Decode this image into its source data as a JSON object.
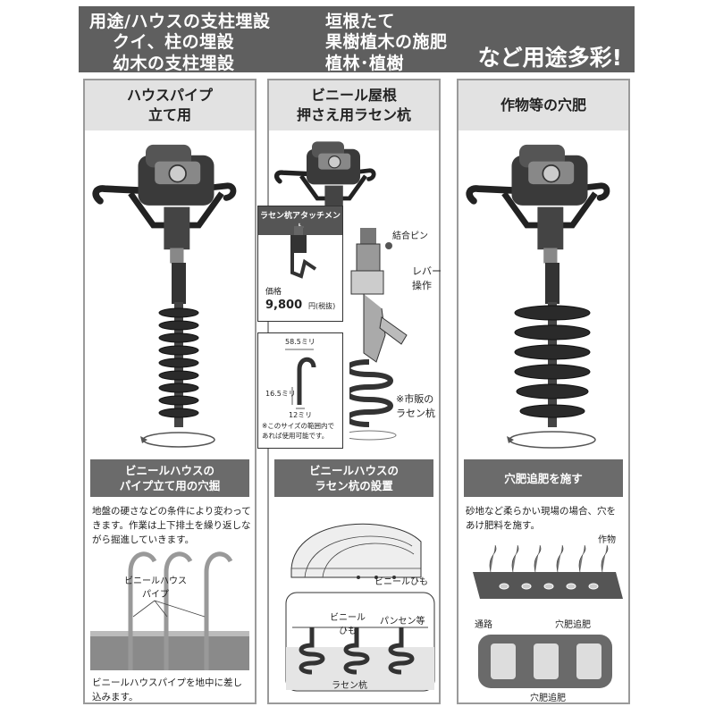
{
  "banner": {
    "left_lines": [
      "用途/ハウスの支柱埋設",
      "クイ、柱の埋設",
      "幼木の支柱埋設"
    ],
    "right_lines": [
      "垣根たて",
      "果樹植木の施肥",
      "植林･植樹"
    ],
    "tagline": "など用途多彩!"
  },
  "panels": [
    {
      "title_lines": [
        "ハウスパイプ",
        "立て用"
      ],
      "sub_lines": [
        "ビニールハウスの",
        "パイプ立て用の穴掘"
      ],
      "desc": "地盤の硬さなどの条件により変わってきます。作業は上下排土を繰り返しながら掘進していきます。",
      "labels": {
        "pipe": "ビニールハウス\nパイプ"
      },
      "caption": "ビニールハウスパイプを地中に差し込みます。"
    },
    {
      "title_lines": [
        "ビニール屋根",
        "押さえ用ラセン杭"
      ],
      "sub_lines": [
        "ビニールハウスの",
        "ラセン杭の設置"
      ],
      "attachment": {
        "title": "ラセン杭アタッチメント",
        "price_label": "価格",
        "price": "9,800",
        "price_unit": "円(税抜)"
      },
      "size_box": {
        "dim_top": "58.5ミリ",
        "dim_left": "16.5ミリ",
        "dim_bottom": "12ミリ",
        "note": "※このサイズの範囲内であれば使用可能です。"
      },
      "labels": {
        "pin": "結合ピン",
        "lever": "レバー\n操作",
        "stake": "※市販の\nラセン杭",
        "vinyl_himo": "ビニールひも",
        "vinyl_himo2": "ビニール\nひも",
        "pansen": "パンセン等",
        "rasen": "ラセン杭"
      }
    },
    {
      "title_lines": [
        "作物等の穴肥"
      ],
      "sub_lines": [
        "穴肥追肥を施す"
      ],
      "desc": "砂地など柔らかい現場の場合、穴をあけ肥料を施す。",
      "labels": {
        "crop": "作物",
        "path": "通路",
        "hole": "穴肥追肥",
        "hole2": "穴肥追肥"
      }
    }
  ]
}
